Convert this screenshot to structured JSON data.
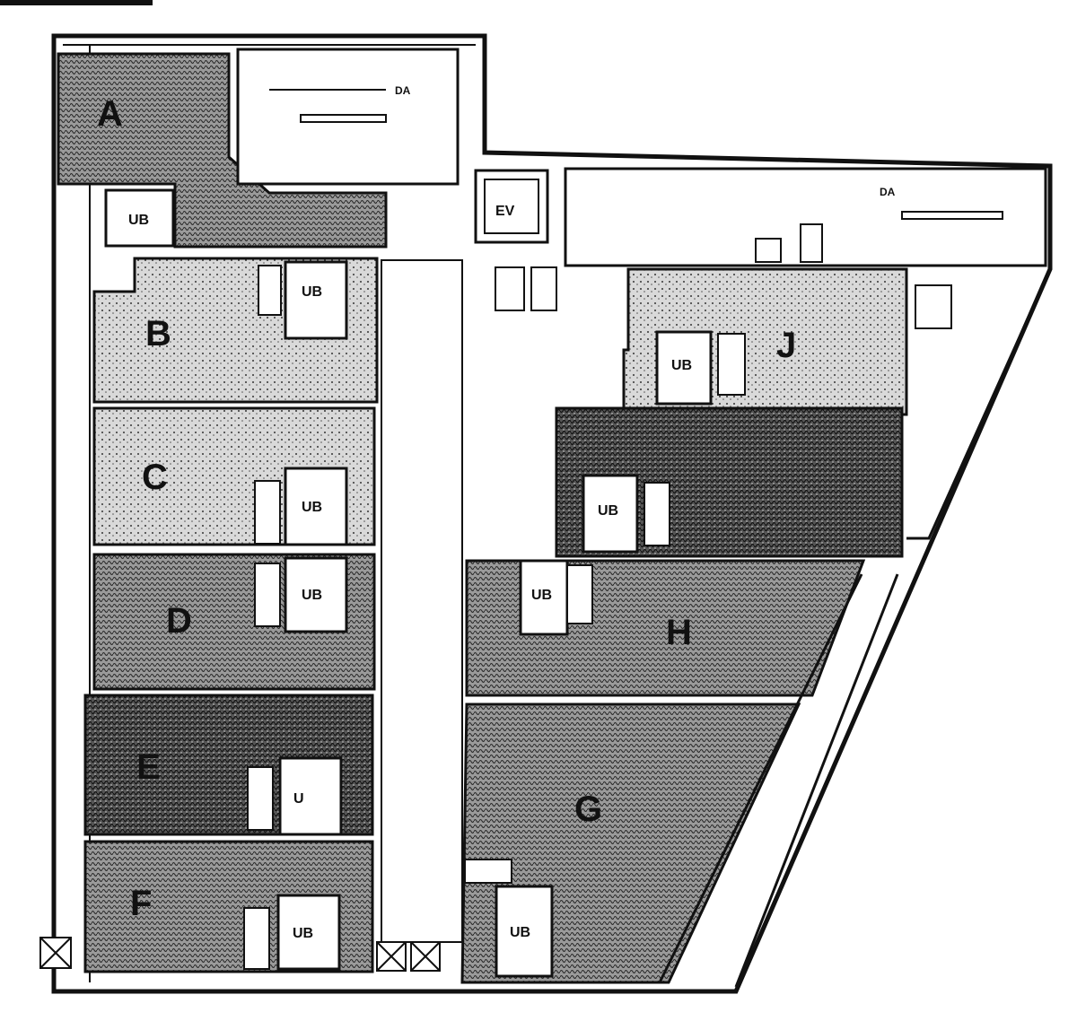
{
  "rooms": {
    "A": "A",
    "B": "B",
    "C": "C",
    "D": "D",
    "E": "E",
    "F": "F",
    "G": "G",
    "H": "H",
    "J": "J"
  },
  "fixtures": {
    "ub": "UB",
    "ev": "EV",
    "da": "DA",
    "u": "U"
  },
  "colors": {
    "wall": "#111111",
    "fill_light": "#cfcfcf",
    "fill_medium": "#8e8e8e",
    "fill_dark": "#4a4a4a",
    "background": "#ffffff"
  }
}
